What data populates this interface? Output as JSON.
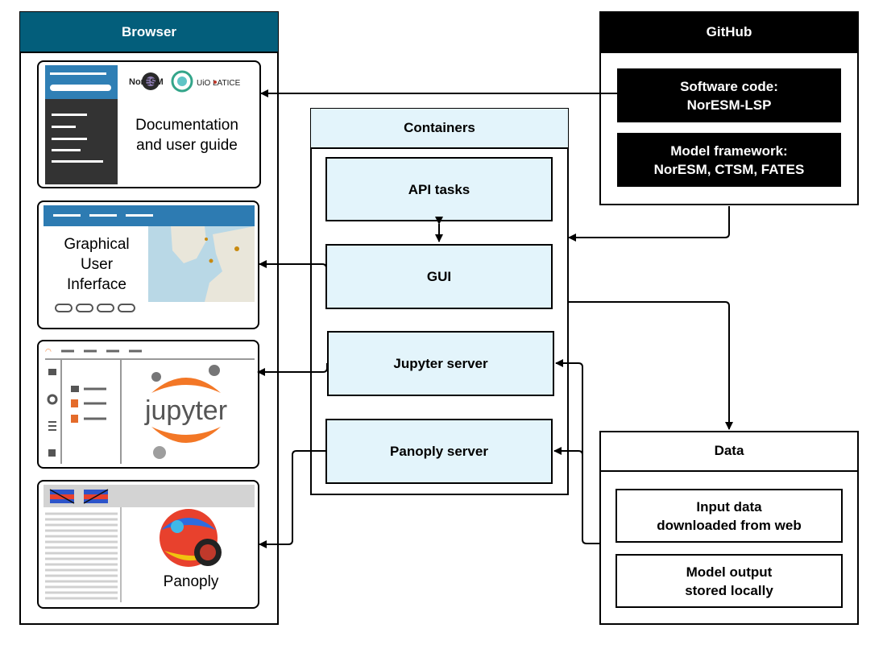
{
  "browser": {
    "title": "Browser",
    "header_color": "#035e7b",
    "panels": {
      "docs": {
        "text": "Documentation\nand user guide",
        "logos": [
          "NorESM",
          "UiO LATICE"
        ]
      },
      "gui": {
        "text": "Graphical\nUser\nInferface"
      },
      "jupyter": {
        "text": "jupyter"
      },
      "panoply": {
        "text": "Panoply"
      }
    }
  },
  "github": {
    "title": "GitHub",
    "software": "Software code:\nNorESM-LSP",
    "framework": "Model framework:\nNorESM, CTSM, FATES"
  },
  "containers": {
    "title": "Containers",
    "api": "API tasks",
    "gui": "GUI",
    "jupyter": "Jupyter server",
    "panoply": "Panoply server"
  },
  "data": {
    "title": "Data",
    "input": "Input data\ndownloaded from web",
    "output": "Model output\nstored locally"
  },
  "colors": {
    "container_fill": "#e3f4fb",
    "browser_header": "#035e7b",
    "jupyter_orange": "#f37726"
  }
}
